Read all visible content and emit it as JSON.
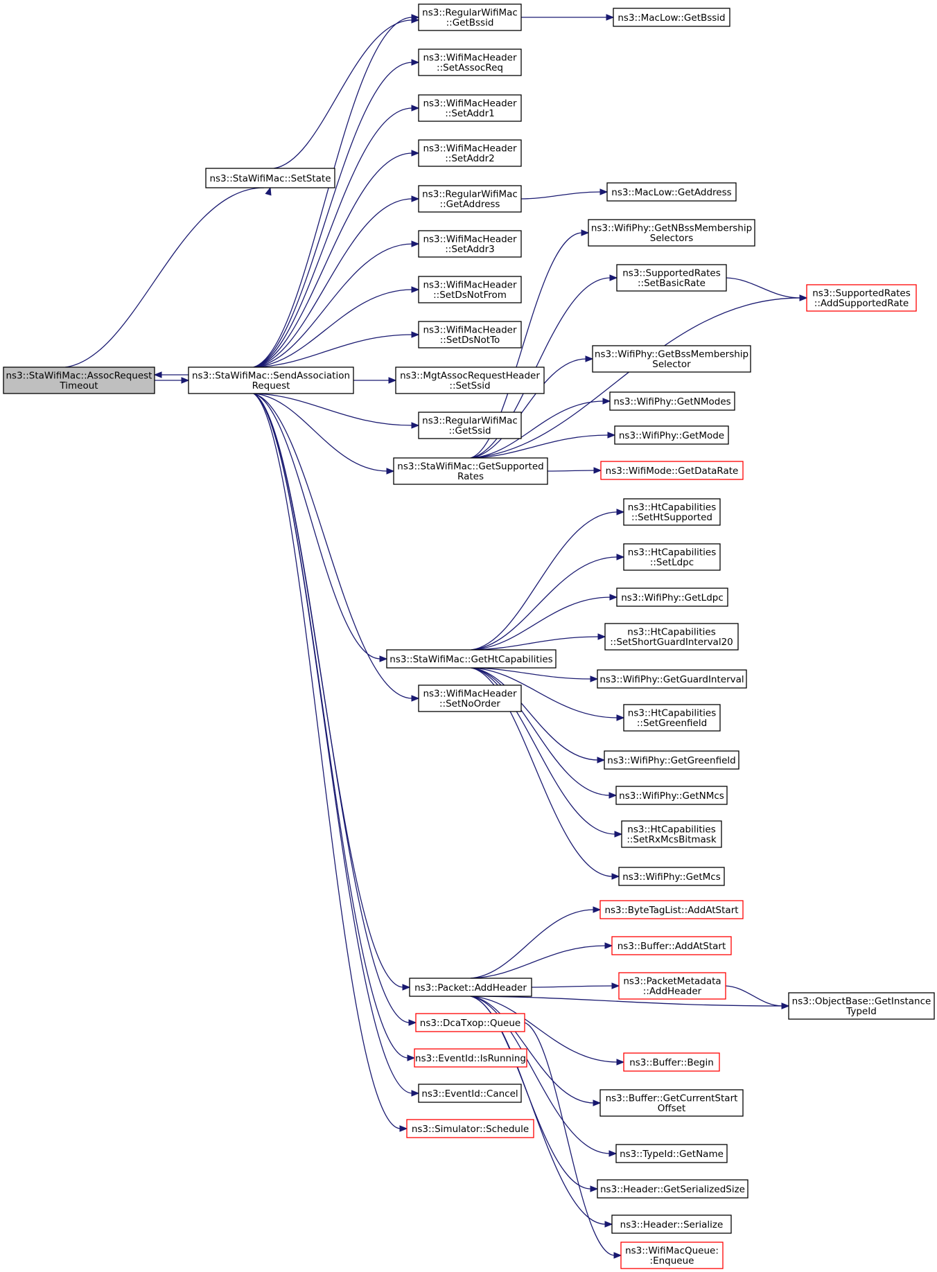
{
  "nodes": [
    {
      "id": "assoc_timeout",
      "lines": [
        "ns3::StaWifiMac::AssocRequest",
        "Timeout"
      ],
      "border": "gray"
    },
    {
      "id": "set_state",
      "lines": [
        "ns3::StaWifiMac::SetState"
      ]
    },
    {
      "id": "send_assoc",
      "lines": [
        "ns3::StaWifiMac::SendAssociation",
        "Request"
      ]
    },
    {
      "id": "get_bssid",
      "lines": [
        "ns3::RegularWifiMac",
        "::GetBssid"
      ]
    },
    {
      "id": "maclow_bssid",
      "lines": [
        "ns3::MacLow::GetBssid"
      ]
    },
    {
      "id": "set_assocreq",
      "lines": [
        "ns3::WifiMacHeader",
        "::SetAssocReq"
      ]
    },
    {
      "id": "set_addr1",
      "lines": [
        "ns3::WifiMacHeader",
        "::SetAddr1"
      ]
    },
    {
      "id": "set_addr2",
      "lines": [
        "ns3::WifiMacHeader",
        "::SetAddr2"
      ]
    },
    {
      "id": "get_address",
      "lines": [
        "ns3::RegularWifiMac",
        "::GetAddress"
      ]
    },
    {
      "id": "maclow_address",
      "lines": [
        "ns3::MacLow::GetAddress"
      ]
    },
    {
      "id": "set_addr3",
      "lines": [
        "ns3::WifiMacHeader",
        "::SetAddr3"
      ]
    },
    {
      "id": "set_dsnotfrom",
      "lines": [
        "ns3::WifiMacHeader",
        "::SetDsNotFrom"
      ]
    },
    {
      "id": "set_dsnotto",
      "lines": [
        "ns3::WifiMacHeader",
        "::SetDsNotTo"
      ]
    },
    {
      "id": "set_ssid",
      "lines": [
        "ns3::MgtAssocRequestHeader",
        "::SetSsid"
      ]
    },
    {
      "id": "get_ssid",
      "lines": [
        "ns3::RegularWifiMac",
        "::GetSsid"
      ]
    },
    {
      "id": "get_supported",
      "lines": [
        "ns3::StaWifiMac::GetSupported",
        "Rates"
      ]
    },
    {
      "id": "get_nbss",
      "lines": [
        "ns3::WifiPhy::GetNBssMembership",
        "Selectors"
      ]
    },
    {
      "id": "set_basicrate",
      "lines": [
        "ns3::SupportedRates",
        "::SetBasicRate"
      ]
    },
    {
      "id": "add_suprate",
      "lines": [
        "ns3::SupportedRates",
        "::AddSupportedRate"
      ],
      "border": "red"
    },
    {
      "id": "get_bssmember",
      "lines": [
        "ns3::WifiPhy::GetBssMembership",
        "Selector"
      ]
    },
    {
      "id": "get_nmodes",
      "lines": [
        "ns3::WifiPhy::GetNModes"
      ]
    },
    {
      "id": "get_mode",
      "lines": [
        "ns3::WifiPhy::GetMode"
      ]
    },
    {
      "id": "get_datarate",
      "lines": [
        "ns3::WifiMode::GetDataRate"
      ],
      "border": "red"
    },
    {
      "id": "get_htcap",
      "lines": [
        "ns3::StaWifiMac::GetHtCapabilities"
      ]
    },
    {
      "id": "set_htsupported",
      "lines": [
        "ns3::HtCapabilities",
        "::SetHtSupported"
      ]
    },
    {
      "id": "set_ldpc",
      "lines": [
        "ns3::HtCapabilities",
        "::SetLdpc"
      ]
    },
    {
      "id": "get_ldpc",
      "lines": [
        "ns3::WifiPhy::GetLdpc"
      ]
    },
    {
      "id": "set_sgi20",
      "lines": [
        "ns3::HtCapabilities",
        "::SetShortGuardInterval20"
      ]
    },
    {
      "id": "get_guardint",
      "lines": [
        "ns3::WifiPhy::GetGuardInterval"
      ]
    },
    {
      "id": "set_greenfield",
      "lines": [
        "ns3::HtCapabilities",
        "::SetGreenfield"
      ]
    },
    {
      "id": "get_greenfield",
      "lines": [
        "ns3::WifiPhy::GetGreenfield"
      ]
    },
    {
      "id": "get_nmcs",
      "lines": [
        "ns3::WifiPhy::GetNMcs"
      ]
    },
    {
      "id": "set_rxmcs",
      "lines": [
        "ns3::HtCapabilities",
        "::SetRxMcsBitmask"
      ]
    },
    {
      "id": "get_mcs",
      "lines": [
        "ns3::WifiPhy::GetMcs"
      ]
    },
    {
      "id": "set_noorder",
      "lines": [
        "ns3::WifiMacHeader",
        "::SetNoOrder"
      ]
    },
    {
      "id": "add_header",
      "lines": [
        "ns3::Packet::AddHeader"
      ]
    },
    {
      "id": "bytetag_addatstart",
      "lines": [
        "ns3::ByteTagList::AddAtStart"
      ],
      "border": "red"
    },
    {
      "id": "buffer_addatstart",
      "lines": [
        "ns3::Buffer::AddAtStart"
      ],
      "border": "red"
    },
    {
      "id": "pm_addheader",
      "lines": [
        "ns3::PacketMetadata",
        "::AddHeader"
      ],
      "border": "red"
    },
    {
      "id": "get_instance_typeid",
      "lines": [
        "ns3::ObjectBase::GetInstance",
        "TypeId"
      ]
    },
    {
      "id": "dcatxop_queue",
      "lines": [
        "ns3::DcaTxop::Queue"
      ],
      "border": "red"
    },
    {
      "id": "buffer_begin",
      "lines": [
        "ns3::Buffer::Begin"
      ],
      "border": "red"
    },
    {
      "id": "eventid_isrunning",
      "lines": [
        "ns3::EventId::IsRunning"
      ],
      "border": "red"
    },
    {
      "id": "buffer_curstart",
      "lines": [
        "ns3::Buffer::GetCurrentStart",
        "Offset"
      ]
    },
    {
      "id": "eventid_cancel",
      "lines": [
        "ns3::EventId::Cancel"
      ]
    },
    {
      "id": "typeid_getname",
      "lines": [
        "ns3::TypeId::GetName"
      ]
    },
    {
      "id": "simulator_schedule",
      "lines": [
        "ns3::Simulator::Schedule"
      ],
      "border": "red"
    },
    {
      "id": "header_sersize",
      "lines": [
        "ns3::Header::GetSerializedSize"
      ]
    },
    {
      "id": "header_serialize",
      "lines": [
        "ns3::Header::Serialize"
      ]
    },
    {
      "id": "wifimacqueue_enqueue",
      "lines": [
        "ns3::WifiMacQueue:",
        ":Enqueue"
      ],
      "border": "red"
    }
  ],
  "edges": [
    [
      "assoc_timeout",
      "set_state"
    ],
    [
      "assoc_timeout",
      "send_assoc"
    ],
    [
      "send_assoc",
      "assoc_timeout"
    ],
    [
      "set_state",
      "get_bssid"
    ],
    [
      "get_bssid",
      "maclow_bssid"
    ],
    [
      "send_assoc",
      "get_bssid"
    ],
    [
      "send_assoc",
      "set_assocreq"
    ],
    [
      "send_assoc",
      "set_addr1"
    ],
    [
      "send_assoc",
      "set_addr2"
    ],
    [
      "send_assoc",
      "get_address"
    ],
    [
      "get_address",
      "maclow_address"
    ],
    [
      "send_assoc",
      "set_addr3"
    ],
    [
      "send_assoc",
      "set_dsnotfrom"
    ],
    [
      "send_assoc",
      "set_dsnotto"
    ],
    [
      "send_assoc",
      "set_ssid"
    ],
    [
      "send_assoc",
      "get_ssid"
    ],
    [
      "send_assoc",
      "get_supported"
    ],
    [
      "get_supported",
      "get_nbss"
    ],
    [
      "get_supported",
      "set_basicrate"
    ],
    [
      "set_basicrate",
      "add_suprate"
    ],
    [
      "get_supported",
      "add_suprate"
    ],
    [
      "get_supported",
      "get_bssmember"
    ],
    [
      "get_supported",
      "get_nmodes"
    ],
    [
      "get_supported",
      "get_mode"
    ],
    [
      "get_supported",
      "get_datarate"
    ],
    [
      "send_assoc",
      "get_htcap"
    ],
    [
      "get_htcap",
      "set_htsupported"
    ],
    [
      "get_htcap",
      "set_ldpc"
    ],
    [
      "get_htcap",
      "get_ldpc"
    ],
    [
      "get_htcap",
      "set_sgi20"
    ],
    [
      "get_htcap",
      "get_guardint"
    ],
    [
      "get_htcap",
      "set_greenfield"
    ],
    [
      "get_htcap",
      "get_greenfield"
    ],
    [
      "get_htcap",
      "get_nmcs"
    ],
    [
      "get_htcap",
      "set_rxmcs"
    ],
    [
      "get_htcap",
      "get_mcs"
    ],
    [
      "send_assoc",
      "set_noorder"
    ],
    [
      "send_assoc",
      "add_header"
    ],
    [
      "add_header",
      "bytetag_addatstart"
    ],
    [
      "add_header",
      "buffer_addatstart"
    ],
    [
      "add_header",
      "pm_addheader"
    ],
    [
      "pm_addheader",
      "get_instance_typeid"
    ],
    [
      "add_header",
      "get_instance_typeid"
    ],
    [
      "add_header",
      "buffer_begin"
    ],
    [
      "add_header",
      "buffer_curstart"
    ],
    [
      "add_header",
      "typeid_getname"
    ],
    [
      "add_header",
      "header_sersize"
    ],
    [
      "add_header",
      "header_serialize"
    ],
    [
      "send_assoc",
      "dcatxop_queue"
    ],
    [
      "dcatxop_queue",
      "wifimacqueue_enqueue"
    ],
    [
      "send_assoc",
      "eventid_isrunning"
    ],
    [
      "send_assoc",
      "eventid_cancel"
    ],
    [
      "send_assoc",
      "simulator_schedule"
    ]
  ]
}
